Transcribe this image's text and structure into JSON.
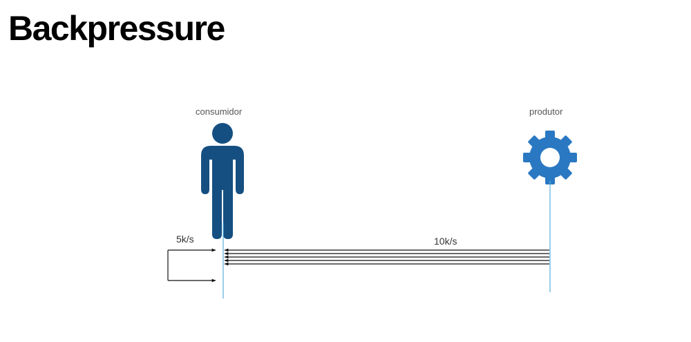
{
  "title": "Backpressure",
  "consumer": {
    "label": "consumidor",
    "icon": "person-icon",
    "rate": "5k/s"
  },
  "producer": {
    "label": "produtor",
    "icon": "gear-icon",
    "rate": "10k/s"
  },
  "colors": {
    "consumer_icon": "#154f82",
    "producer_icon": "#2a78c2",
    "timeline": "#5aaee0",
    "arrow": "#111111"
  }
}
